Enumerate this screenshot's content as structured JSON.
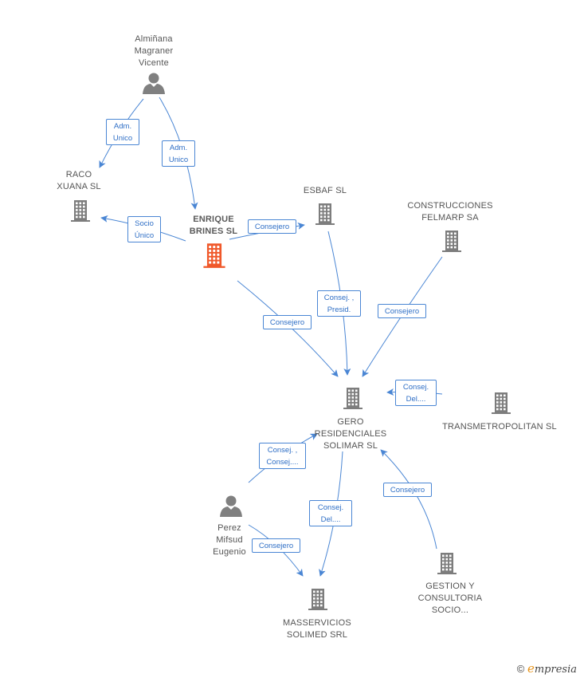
{
  "colors": {
    "edge": "#4a86d4",
    "building": "#7d7d7d",
    "building_main": "#f0582a",
    "person": "#808080"
  },
  "nodes": [
    {
      "id": "almi",
      "kind": "person",
      "lines": [
        "Almiñana",
        "Magraner",
        "Vicente"
      ]
    },
    {
      "id": "raco",
      "kind": "building",
      "lines": [
        "RACO",
        "XUANA SL"
      ]
    },
    {
      "id": "enrique",
      "kind": "building-main",
      "lines": [
        "ENRIQUE",
        "BRINES SL"
      ]
    },
    {
      "id": "esbaf",
      "kind": "building",
      "lines": [
        "ESBAF SL"
      ]
    },
    {
      "id": "construcciones",
      "kind": "building",
      "lines": [
        "CONSTRUCCIONES",
        "FELMARP SA"
      ]
    },
    {
      "id": "gero",
      "kind": "building",
      "lines": [
        "GERO",
        "RESIDENCIALES",
        "SOLIMAR SL"
      ]
    },
    {
      "id": "transmet",
      "kind": "building",
      "lines": [
        "TRANSMETROPOLITAN SL"
      ]
    },
    {
      "id": "perez",
      "kind": "person",
      "lines": [
        "Perez",
        "Mifsud",
        "Eugenio"
      ]
    },
    {
      "id": "gestion",
      "kind": "building",
      "lines": [
        "GESTION Y",
        "CONSULTORIA",
        "SOCIO..."
      ]
    },
    {
      "id": "masserv",
      "kind": "building",
      "lines": [
        "MASSERVICIOS",
        "SOLIMED SRL"
      ]
    }
  ],
  "edges": [
    {
      "from": "almi",
      "to": "raco",
      "lines": [
        "Adm.",
        "Unico"
      ]
    },
    {
      "from": "almi",
      "to": "enrique",
      "lines": [
        "Adm.",
        "Unico"
      ]
    },
    {
      "from": "enrique",
      "to": "raco",
      "lines": [
        "Socio",
        "Único"
      ]
    },
    {
      "from": "enrique",
      "to": "esbaf",
      "lines": [
        "Consejero"
      ]
    },
    {
      "from": "enrique",
      "to": "gero",
      "lines": [
        "Consejero"
      ]
    },
    {
      "from": "esbaf",
      "to": "gero",
      "lines": [
        "Consej. ,",
        "Presid."
      ]
    },
    {
      "from": "construcciones",
      "to": "gero",
      "lines": [
        "Consejero"
      ]
    },
    {
      "from": "transmet",
      "to": "gero",
      "lines": [
        "Consej.",
        "Del...."
      ]
    },
    {
      "from": "perez",
      "to": "gero",
      "lines": [
        "Consej. ,",
        "Consej...."
      ]
    },
    {
      "from": "gestion",
      "to": "gero",
      "lines": [
        "Consejero"
      ]
    },
    {
      "from": "gero",
      "to": "masserv",
      "lines": [
        "Consej.",
        "Del...."
      ]
    },
    {
      "from": "perez",
      "to": "masserv",
      "lines": [
        "Consejero"
      ]
    }
  ],
  "brand": {
    "symbol": "©",
    "e": "e",
    "rest": "mpresia"
  }
}
